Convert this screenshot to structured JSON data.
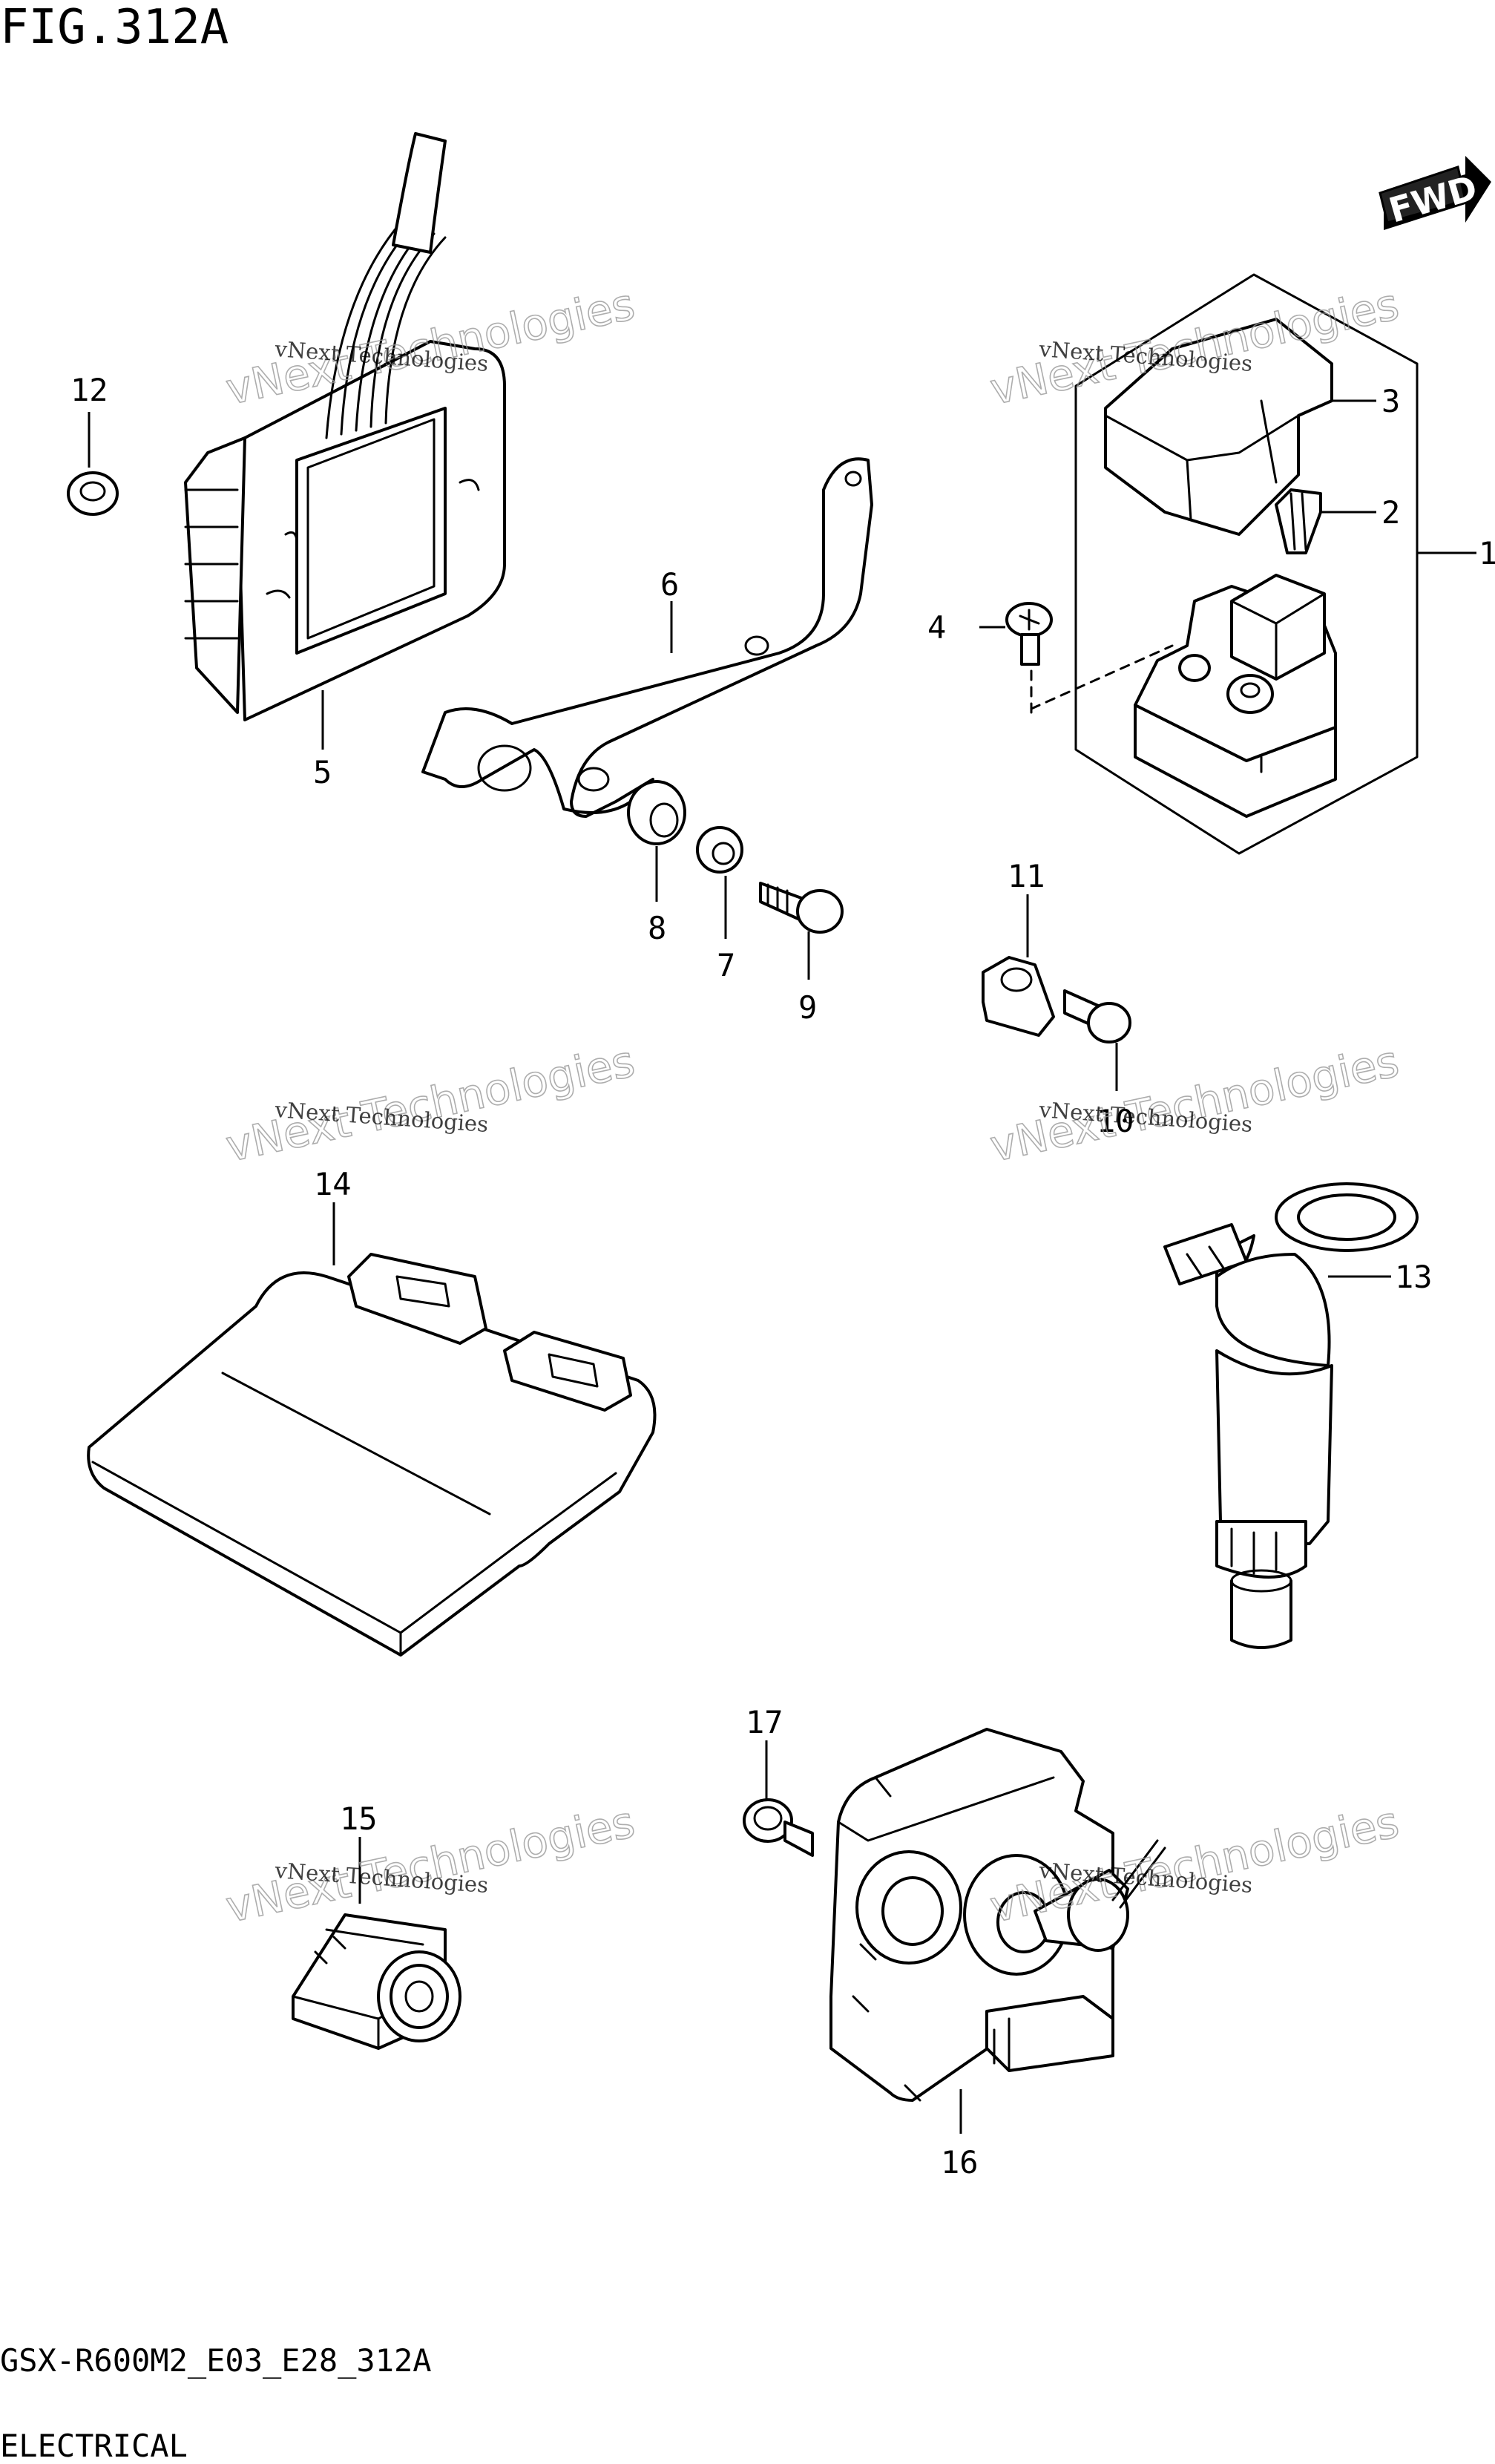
{
  "figure": {
    "title": "FIG.312A",
    "model_code": "GSX-R600M2_E03_E28_312A",
    "section": "ELECTRICAL"
  },
  "direction_badge": {
    "label": "FWD"
  },
  "watermark": {
    "line1": "vNext Technologies",
    "line2": "vNext Technologies"
  },
  "callouts": [
    "1",
    "2",
    "3",
    "4",
    "5",
    "6",
    "7",
    "8",
    "9",
    "10",
    "11",
    "12",
    "13",
    "14",
    "15",
    "16",
    "17"
  ]
}
